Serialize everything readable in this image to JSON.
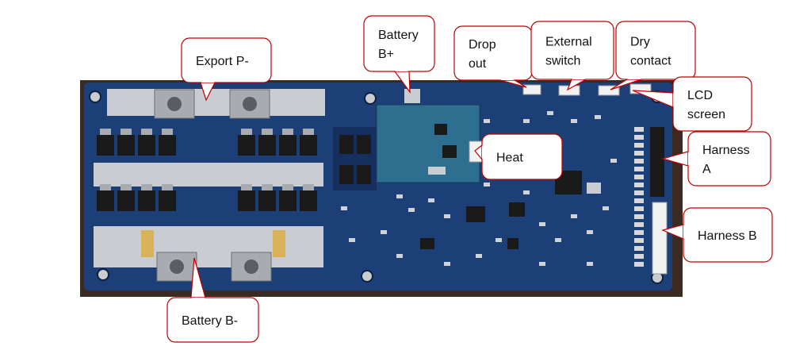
{
  "diagram": {
    "board_label": "",
    "colors": {
      "background": "#ffffff",
      "board": "#1d3f78",
      "board_dark": "#15305e",
      "trace": "#2c5aa0",
      "busbar": "#c9ccd0",
      "mosfet": "#1a1a1a",
      "terminal": "#a8abb0",
      "connector": "#f2f2f2",
      "pcb_green": "#2e6e8e",
      "callout_fill": "#ffffff",
      "callout_stroke": "#c00000",
      "wood": "#3b2a22"
    },
    "callouts": [
      {
        "id": "export-p-minus",
        "lines": [
          "Export P-"
        ]
      },
      {
        "id": "battery-b-plus",
        "lines": [
          "Battery",
          "B+"
        ]
      },
      {
        "id": "drop-out",
        "lines": [
          "Drop",
          "out"
        ]
      },
      {
        "id": "external-switch",
        "lines": [
          "External",
          "switch"
        ]
      },
      {
        "id": "dry-contact",
        "lines": [
          "Dry",
          "contact"
        ]
      },
      {
        "id": "lcd-screen",
        "lines": [
          "LCD",
          "screen"
        ]
      },
      {
        "id": "heat",
        "lines": [
          "Heat"
        ]
      },
      {
        "id": "harness-a",
        "lines": [
          "Harness",
          "A"
        ]
      },
      {
        "id": "harness-b",
        "lines": [
          "Harness B"
        ]
      },
      {
        "id": "battery-b-minus",
        "lines": [
          "Battery B-"
        ]
      }
    ]
  }
}
